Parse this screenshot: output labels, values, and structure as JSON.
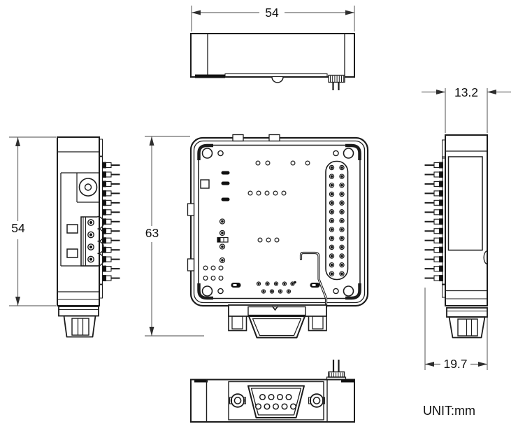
{
  "drawing": {
    "unit_label": "UNIT:mm",
    "dimensions": {
      "top_width": "54",
      "side_height": "54",
      "overall_height": "63",
      "body_thickness": "13.2",
      "depth_with_pins": "19.7"
    },
    "colors": {
      "line": "#1c1c1c",
      "dimension_line": "#6e6e6e",
      "arrow": "#2e2e2e",
      "background": "#ffffff"
    }
  }
}
